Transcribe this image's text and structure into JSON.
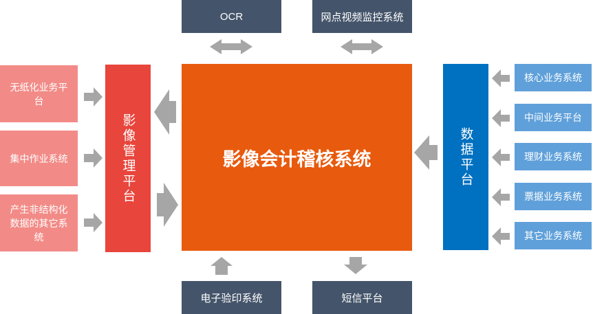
{
  "center": {
    "label": "影像会计稽核系统"
  },
  "top": [
    {
      "label": "OCR"
    },
    {
      "label": "网点视频监控系统"
    }
  ],
  "bottom": [
    {
      "label": "电子验印系统"
    },
    {
      "label": "短信平台"
    }
  ],
  "left_platform": {
    "label": "影像管理平台"
  },
  "left_sources": [
    {
      "label": "无纸化业务平台"
    },
    {
      "label": "集中作业系统"
    },
    {
      "label": "产生非结构化数据的其它系统"
    }
  ],
  "right_platform": {
    "label": "数据平台"
  },
  "right_sources": [
    {
      "label": "核心业务系统"
    },
    {
      "label": "中间业务平台"
    },
    {
      "label": "理财业务系统"
    },
    {
      "label": "票据业务系统"
    },
    {
      "label": "其它业务系统"
    }
  ],
  "colors": {
    "center": "#e85a0e",
    "dark_box": "#44546a",
    "left_platform": "#e8453c",
    "left_sources": "#f28b87",
    "right_platform": "#0070c0",
    "right_sources": "#5fa0da",
    "arrow": "#a6a6a6"
  }
}
